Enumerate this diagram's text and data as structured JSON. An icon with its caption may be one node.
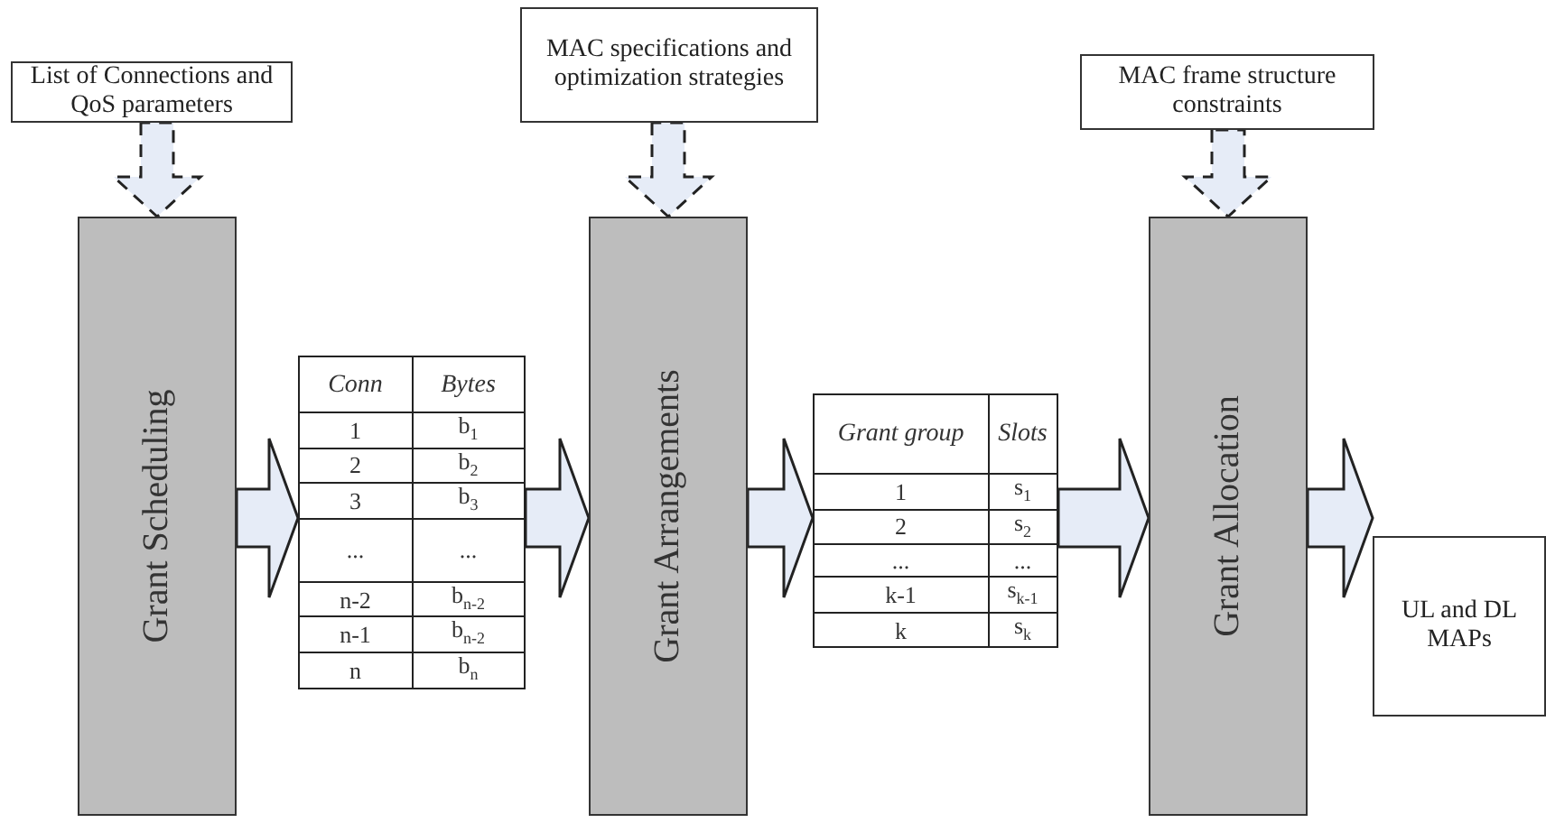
{
  "diagram": {
    "nodes": [
      {
        "text": [
          "List of Connections and QoS parameters"
        ]
      },
      {
        "text": [
          "Grant Scheduling"
        ]
      },
      {
        "text": [
          "MAC specifications and optimization strategies"
        ]
      },
      {
        "text": [
          "Grant Arrangements"
        ]
      },
      {
        "text": [
          "Conn",
          "Bytes",
          "1",
          "b$_{1}$",
          "2",
          "b$_{2}$",
          "3",
          "b$_{3}$",
          "...",
          "...",
          "n-2",
          "b$_{n-2}$",
          "n-1",
          "b$_{n-2}$",
          "n",
          "b$_{n}$"
        ]
      },
      {
        "text": [
          "MAC frame structure constraints"
        ]
      },
      {
        "text": [
          "Grant Allocation"
        ]
      },
      {
        "text": [
          "Grant group",
          "Slots",
          "1",
          "s$_{1}$",
          "2",
          "s$_{2}$",
          "...",
          "...",
          "k-1",
          "s$_{k-1}$",
          "k",
          "s$_{k}$"
        ]
      },
      {
        "text": [
          "UL and DL MAPs"
        ]
      }
    ],
    "edges": [
      {
        "from": 0,
        "to": 1,
        "arrow": "to",
        "style": "dashed"
      },
      {
        "from": 2,
        "to": 3,
        "arrow": "to",
        "style": "dashed"
      },
      {
        "from": 5,
        "to": 6,
        "arrow": "to",
        "style": "dashed"
      },
      {
        "from": 1,
        "to": 4,
        "arrow": "to"
      },
      {
        "from": 4,
        "to": 3,
        "arrow": "to"
      },
      {
        "from": 3,
        "to": 7,
        "arrow": "to"
      },
      {
        "from": 7,
        "to": 6,
        "arrow": "to"
      },
      {
        "from": 6,
        "to": 8,
        "arrow": "to"
      }
    ]
  }
}
